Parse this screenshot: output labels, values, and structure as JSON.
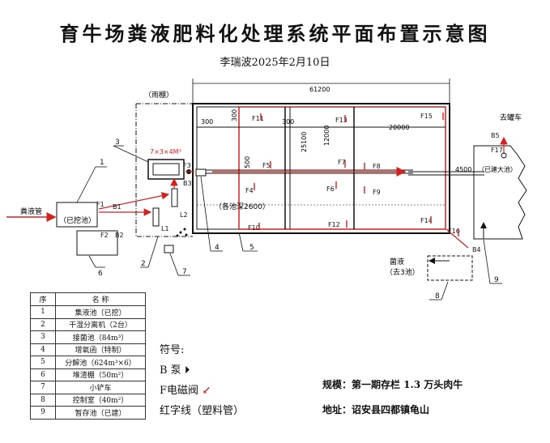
{
  "title": "育牛场粪液肥料化处理系统平面布置示意图",
  "subtitle": "李瑞波2025年2月10日",
  "labels": {
    "canopy": "（雨棚）",
    "width_total": "61200",
    "d300a": "300",
    "d300b": "300",
    "d300c": "300",
    "d20000": "20000",
    "d25100": "25100",
    "d12000": "12000",
    "d500": "500",
    "d4500": "4500",
    "pool_depth": "（各池深2600）",
    "inoc_tank_size": "7×3×4M³",
    "feces_pipe": "粪液管",
    "pit_dug": "（已挖池）",
    "to_truck": "去罐车",
    "built_pool": "（已建大池）",
    "bacteria": "菌液",
    "bacteria_to": "（去3池）"
  },
  "valves": {
    "F1": "F1",
    "F2": "F2",
    "F3": "F3",
    "F4": "F4",
    "F5": "F5",
    "F6": "F6",
    "F7": "F7",
    "F8": "F8",
    "F9": "F9",
    "F10": "F10",
    "F11": "F11",
    "F12": "F12",
    "F13": "F13",
    "F14": "F14",
    "F15": "F15",
    "F16": "F16",
    "F17": "F17"
  },
  "pumps": {
    "B1": "B1",
    "B2": "B2",
    "B3": "B3",
    "B4": "B4",
    "B5": "B5"
  },
  "pointers": {
    "n1": "1",
    "n2": "2",
    "n3": "3",
    "n4": "4",
    "n5": "5",
    "n6": "6",
    "n7": "7",
    "n8": "8",
    "n9": "9"
  },
  "misc": {
    "L2": "L2",
    "L1": "L1"
  },
  "legend": {
    "header_no": "序",
    "header_name": "名  称",
    "rows": [
      {
        "no": "1",
        "name": "集液池（已挖）"
      },
      {
        "no": "2",
        "name": "干湿分离机（2台）"
      },
      {
        "no": "3",
        "name": "接菌池（84m³）"
      },
      {
        "no": "4",
        "name": "增氧函（特制）"
      },
      {
        "no": "5",
        "name": "分解池（624m³×6）"
      },
      {
        "no": "6",
        "name": "堆渣棚（50m²）"
      },
      {
        "no": "7",
        "name": "小铲车"
      },
      {
        "no": "8",
        "name": "控制室（40m²）"
      },
      {
        "no": "9",
        "name": "暂存池（已建）"
      }
    ]
  },
  "symbols": {
    "title": "符号:",
    "pump": "B 泵 ⏵",
    "valve": "F电磁阀",
    "redline": "红字线（塑料管）"
  },
  "scale": "规模：第一期存栏 1.3 万头肉牛",
  "address": "地址：诏安县四都镇龟山",
  "colors": {
    "pipe": "#d42020",
    "line": "#111111"
  }
}
